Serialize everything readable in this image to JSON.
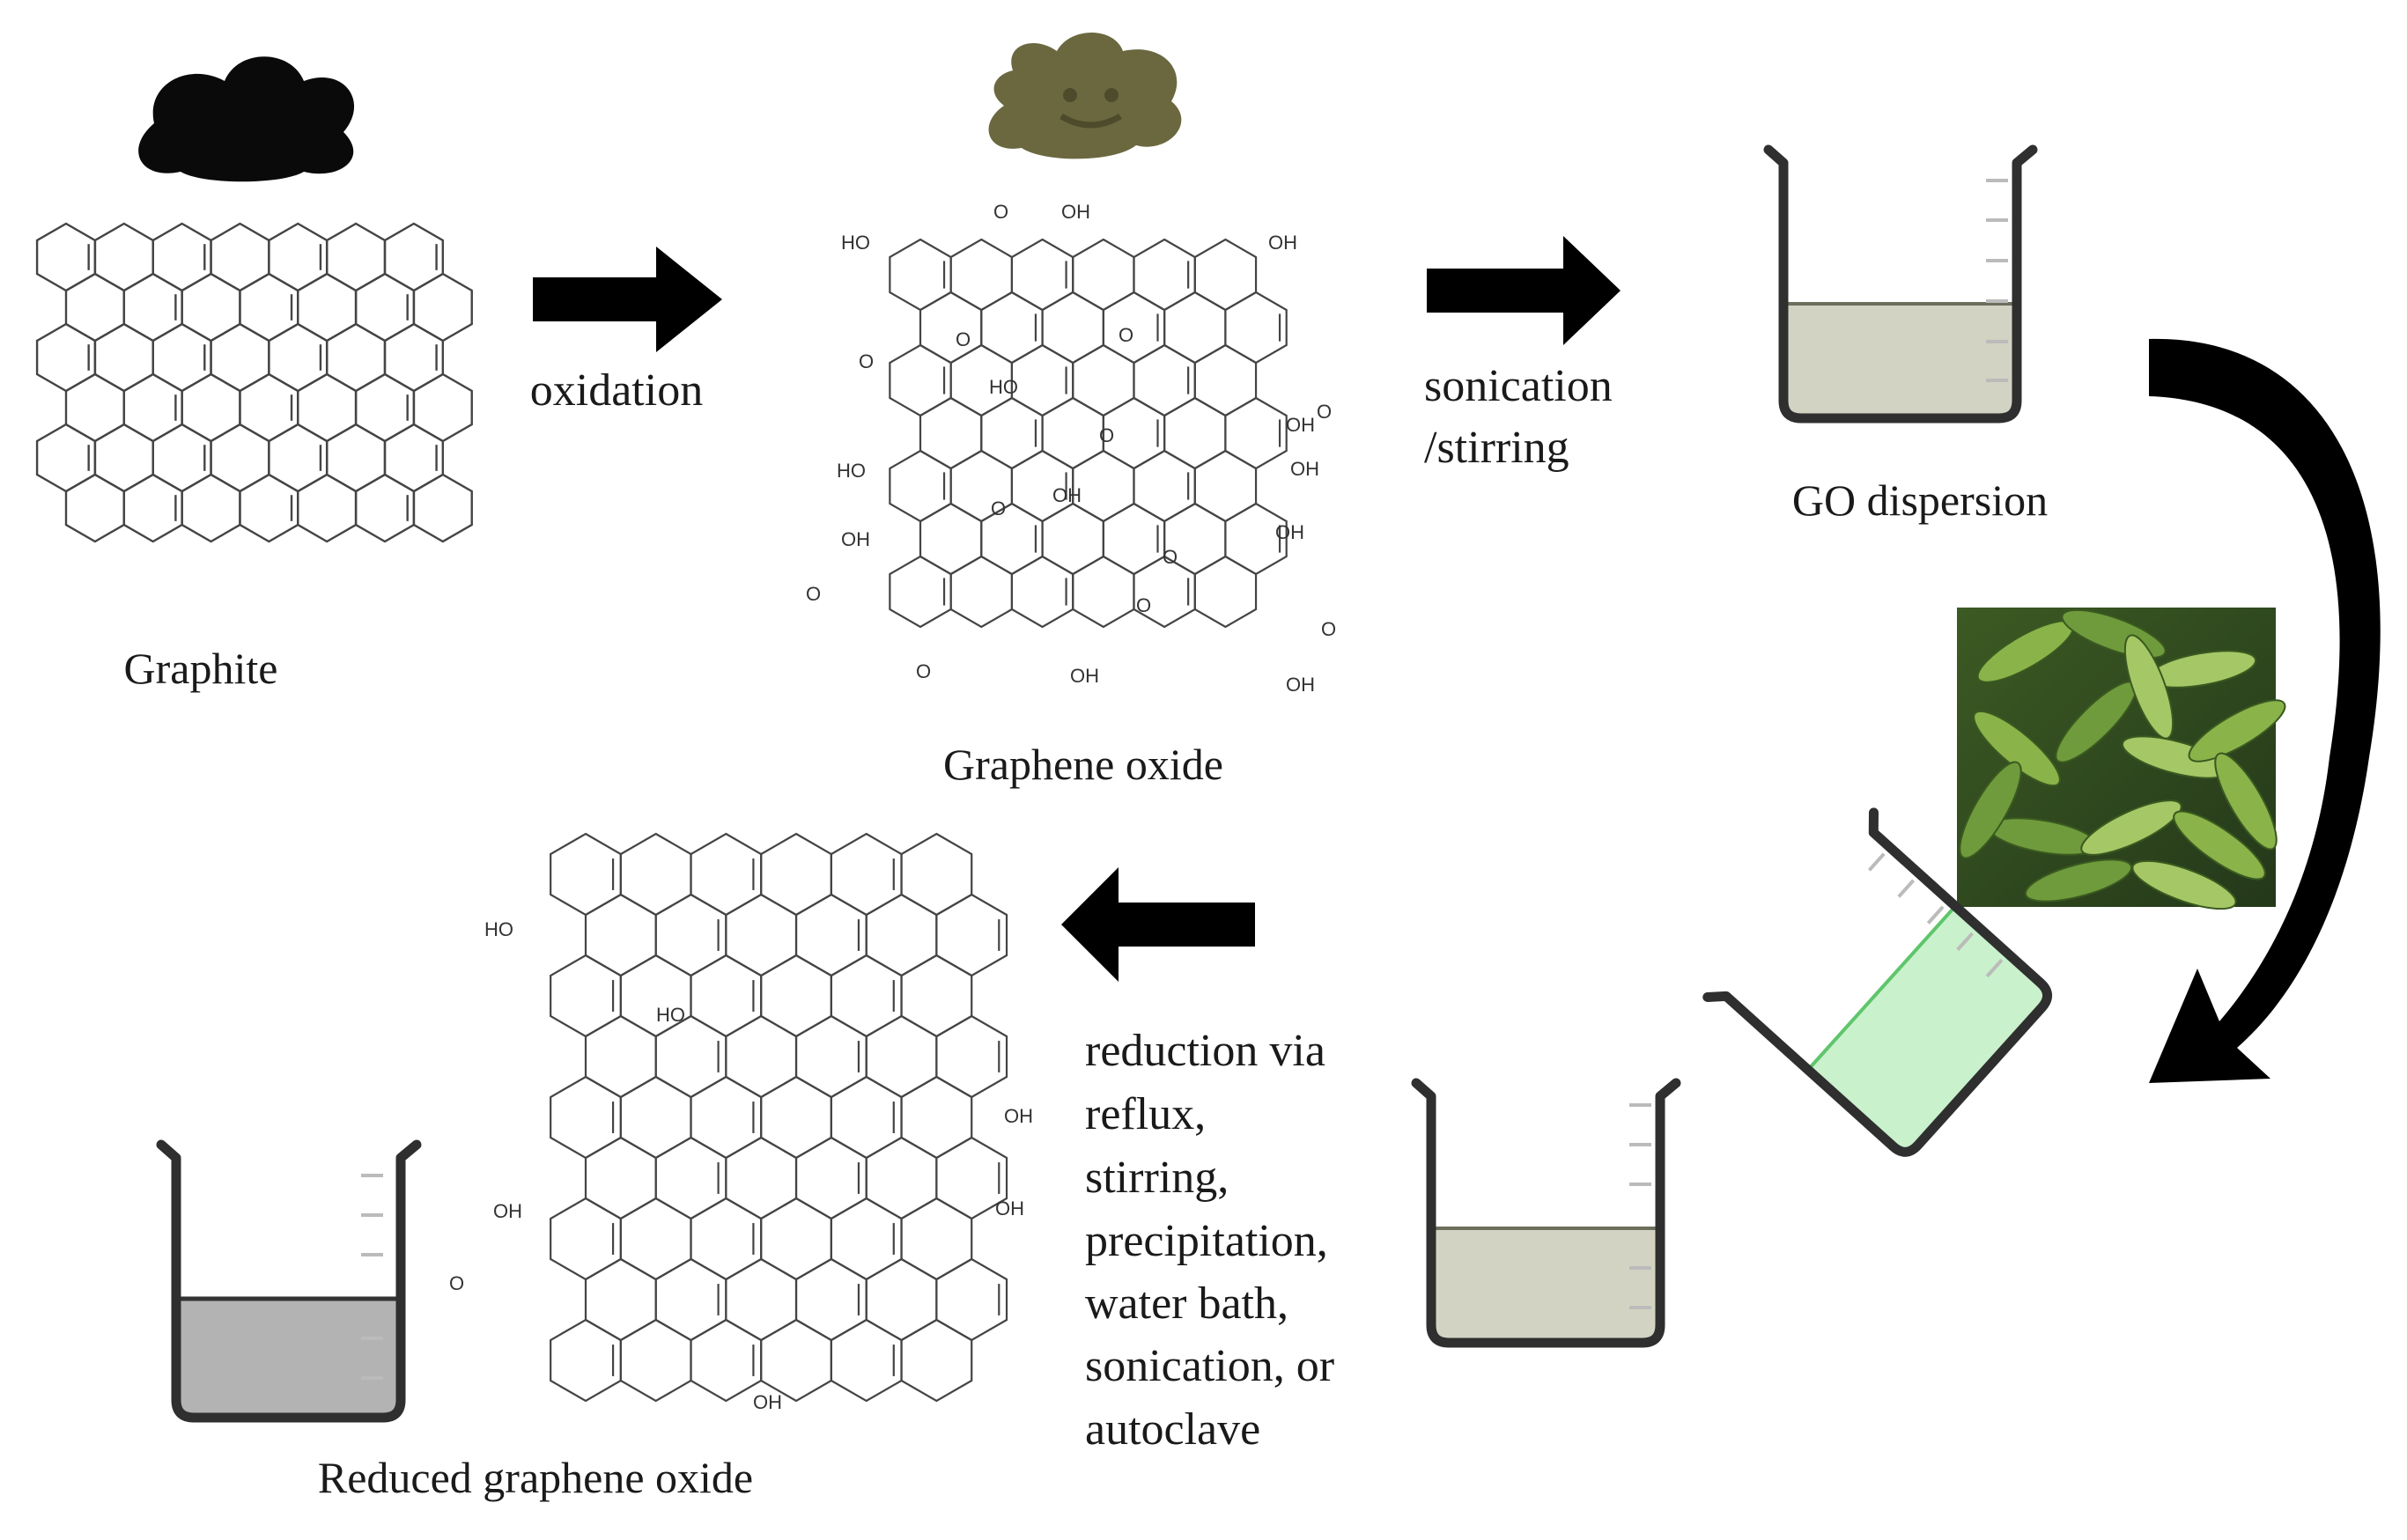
{
  "stages": {
    "graphite": "Graphite",
    "graphene_oxide": "Graphene oxide",
    "go_dispersion": "GO dispersion",
    "reduced_go": "Reduced graphene oxide"
  },
  "steps": {
    "oxidation": "oxidation",
    "sonication": [
      "sonication",
      "/stirring"
    ],
    "reduction": [
      "reduction via",
      "reflux,",
      "stirring,",
      "precipitation,",
      "water bath,",
      "sonication, or",
      "autoclave"
    ]
  },
  "groups": {
    "oh": "OH",
    "ho": "HO",
    "o": "O"
  },
  "colors": {
    "graphite_blob": "#0a0a0a",
    "go_blob": "#6b6840",
    "go_dispersion_liquid": "#d3d3c3",
    "plant_extract_liquid": "#c9f1cc",
    "rgo_liquid": "#b3b3b3",
    "arrow": "#000000"
  },
  "icons": [
    "graphite-blob-icon",
    "graphene-oxide-blob-icon",
    "beaker-icon",
    "plant-leaves-photo",
    "curved-arrow-icon"
  ]
}
